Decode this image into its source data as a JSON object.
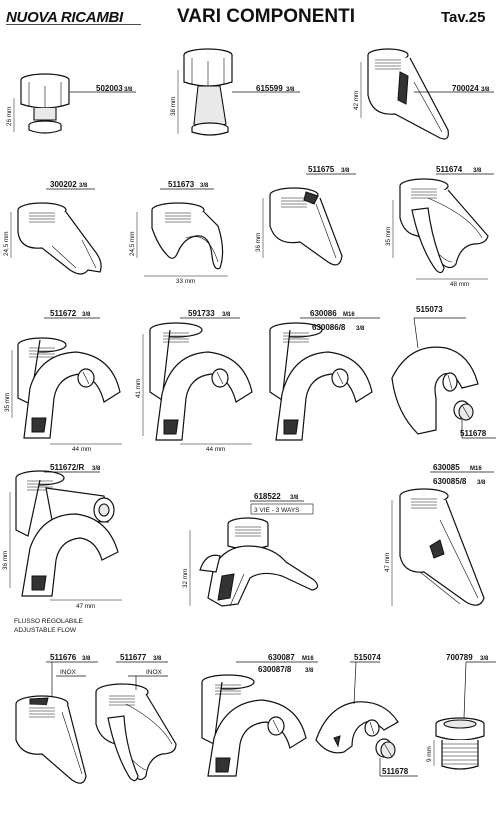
{
  "header": {
    "brand": "NUOVA RICAMBI",
    "title": "VARI COMPONENTI",
    "plate": "Tav.25"
  },
  "parts": [
    {
      "code": "502003",
      "size": "3/8",
      "dims": [
        "26 mm"
      ]
    },
    {
      "code": "615599",
      "size": "3/8",
      "dims": [
        "38 mm"
      ]
    },
    {
      "code": "700024",
      "size": "3/8",
      "dims": [
        "42 mm"
      ]
    },
    {
      "code": "300202",
      "size": "3/8",
      "dims": [
        "24,5 mm"
      ]
    },
    {
      "code": "511673",
      "size": "3/8",
      "dims": [
        "24,5 mm",
        "33 mm"
      ]
    },
    {
      "code": "511675",
      "size": "3/8",
      "dims": [
        "36 mm"
      ]
    },
    {
      "code": "511674",
      "size": "3/8",
      "dims": [
        "35 mm",
        "48 mm"
      ]
    },
    {
      "code": "511672",
      "size": "3/8",
      "dims": [
        "35 mm",
        "44 mm"
      ]
    },
    {
      "code": "591733",
      "size": "3/8",
      "dims": [
        "41 mm",
        "44 mm"
      ]
    },
    {
      "code": "630086",
      "size": "M16",
      "code2": "630086/8",
      "size2": "3/8"
    },
    {
      "code": "515073",
      "code2": "511678"
    },
    {
      "code": "511672/R",
      "size": "3/8",
      "dims": [
        "36 mm",
        "47 mm"
      ],
      "note": [
        "FLUSSO REGOLABILE",
        "ADJUSTABLE FLOW"
      ]
    },
    {
      "code": "618522",
      "size": "3/8",
      "dims": [
        "32 mm"
      ],
      "note": [
        "3 VIE - 3 WAYS"
      ]
    },
    {
      "code": "630085",
      "size": "M16",
      "code2": "630085/8",
      "size2": "3/8",
      "dims": [
        "47 mm"
      ]
    },
    {
      "code": "511676",
      "size": "3/8",
      "note": [
        "INOX"
      ]
    },
    {
      "code": "511677",
      "size": "3/8",
      "note": [
        "INOX"
      ]
    },
    {
      "code": "630087",
      "size": "M16",
      "code2": "630087/8",
      "size2": "3/8"
    },
    {
      "code": "515074",
      "code2": "511678"
    },
    {
      "code": "700789",
      "size": "3/8",
      "dims": [
        "9 mm"
      ]
    }
  ]
}
